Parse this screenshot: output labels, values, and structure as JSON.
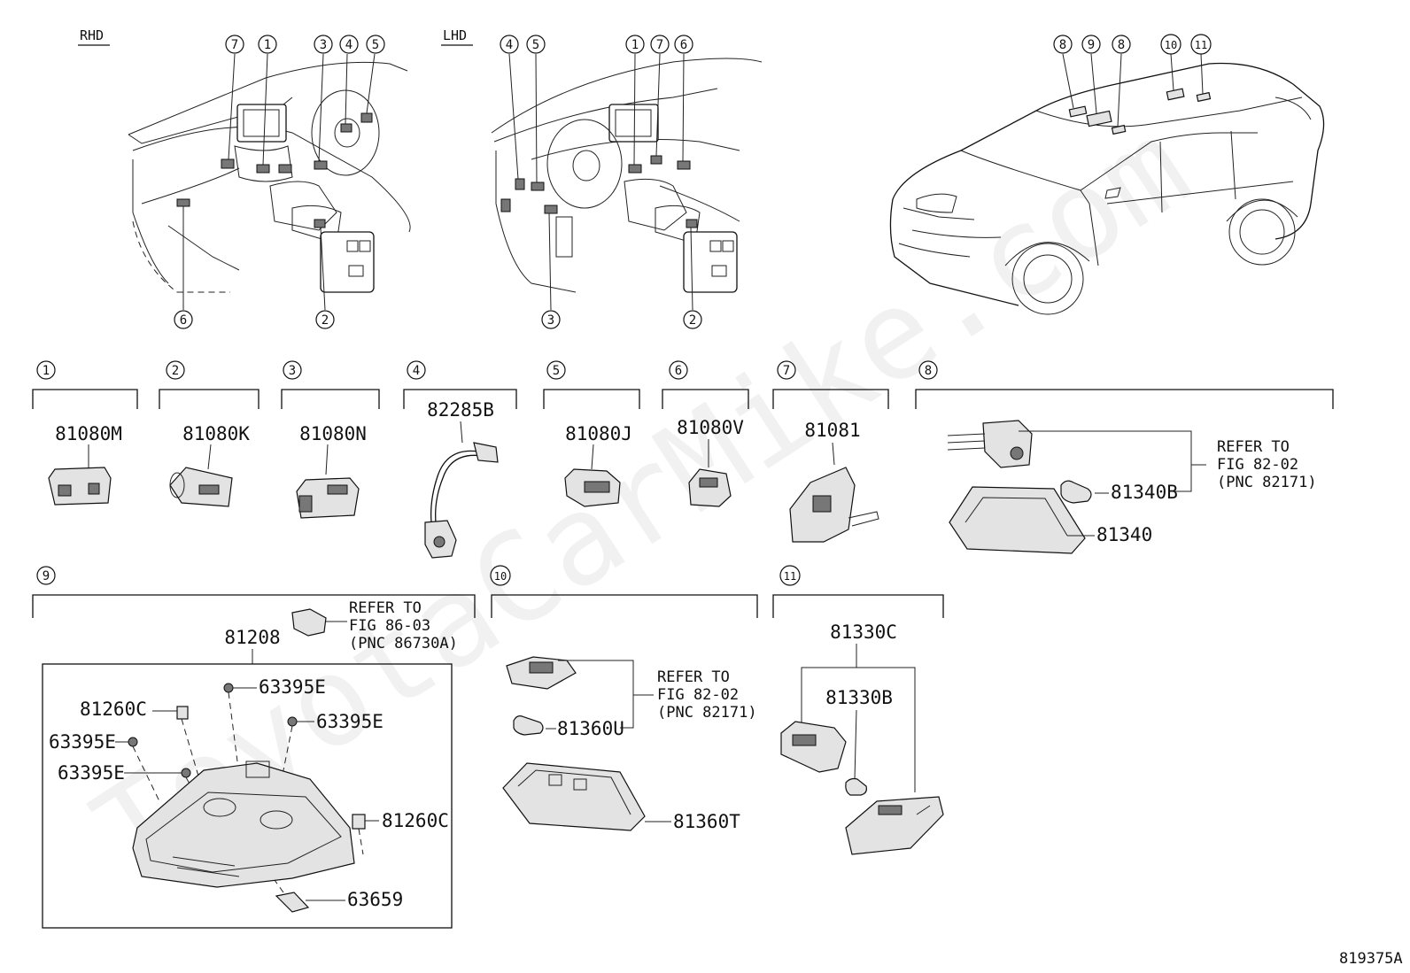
{
  "views": {
    "rhd": "RHD",
    "lhd": "LHD"
  },
  "callouts": [
    "1",
    "2",
    "3",
    "4",
    "5",
    "6",
    "7",
    "8",
    "9",
    "10",
    "11"
  ],
  "groups": {
    "g1": {
      "num": "1",
      "part": "81080M"
    },
    "g2": {
      "num": "2",
      "part": "81080K"
    },
    "g3": {
      "num": "3",
      "part": "81080N"
    },
    "g4": {
      "num": "4",
      "part": "82285B"
    },
    "g5": {
      "num": "5",
      "part": "81080J"
    },
    "g6": {
      "num": "6",
      "part": "81080V"
    },
    "g7": {
      "num": "7",
      "part": "81081"
    },
    "g8": {
      "num": "8",
      "parts": [
        "81340B",
        "81340"
      ],
      "refer": [
        "REFER TO",
        "FIG 82-02",
        "(PNC 82171)"
      ]
    },
    "g9": {
      "num": "9",
      "assembly": "81208",
      "parts": [
        "63395E",
        "81260C",
        "63395E",
        "63395E",
        "63395E",
        "81260C",
        "63659"
      ],
      "refer": [
        "REFER TO",
        "FIG 86-03",
        "(PNC 86730A)"
      ]
    },
    "g10": {
      "num": "10",
      "parts": [
        "81360U",
        "81360T"
      ],
      "refer": [
        "REFER TO",
        "FIG 82-02",
        "(PNC 82171)"
      ]
    },
    "g11": {
      "num": "11",
      "parts": [
        "81330C",
        "81330B"
      ]
    }
  },
  "figure_id": "819375A",
  "watermark": "ToyotaCarMike.com"
}
